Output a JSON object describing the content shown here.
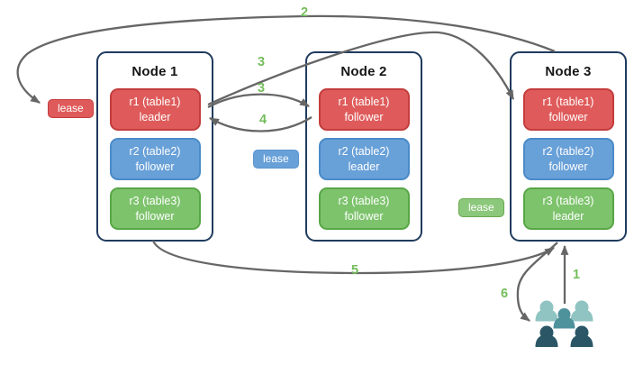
{
  "diagram": {
    "nodes": [
      {
        "title": "Node 1",
        "replicas": [
          {
            "name": "r1 (table1)",
            "role": "leader",
            "color": "red"
          },
          {
            "name": "r2 (table2)",
            "role": "follower",
            "color": "blue"
          },
          {
            "name": "r3 (table3)",
            "role": "follower",
            "color": "green"
          }
        ]
      },
      {
        "title": "Node 2",
        "replicas": [
          {
            "name": "r1 (table1)",
            "role": "follower",
            "color": "red"
          },
          {
            "name": "r2 (table2)",
            "role": "leader",
            "color": "blue"
          },
          {
            "name": "r3 (table3)",
            "role": "follower",
            "color": "green"
          }
        ]
      },
      {
        "title": "Node 3",
        "replicas": [
          {
            "name": "r1 (table1)",
            "role": "follower",
            "color": "red"
          },
          {
            "name": "r2 (table2)",
            "role": "follower",
            "color": "blue"
          },
          {
            "name": "r3 (table3)",
            "role": "leader",
            "color": "green"
          }
        ]
      }
    ],
    "leases": [
      {
        "label": "lease",
        "color": "#df5b5b"
      },
      {
        "label": "lease",
        "color": "#68a0d8"
      },
      {
        "label": "lease",
        "color": "#8cc87b"
      }
    ],
    "steps": {
      "s1": "1",
      "s2": "2",
      "s3a": "3",
      "s3b": "3",
      "s4": "4",
      "s5": "5",
      "s6": "6"
    },
    "icons": {
      "users": "users-group-icon"
    },
    "colors": {
      "background": "#ffffff",
      "node_border": "#1f3b5e",
      "replica_red": "#df5b5b",
      "replica_red_border": "#c43d3d",
      "replica_blue": "#68a0d8",
      "replica_blue_border": "#4a8bc8",
      "replica_green": "#7dc36c",
      "replica_green_border": "#58a646",
      "arrow": "#666666",
      "step_number": "#74bd5c",
      "users_light": "#8fc4c2",
      "users_mid": "#4e929c",
      "users_dark": "#2b5666"
    }
  }
}
